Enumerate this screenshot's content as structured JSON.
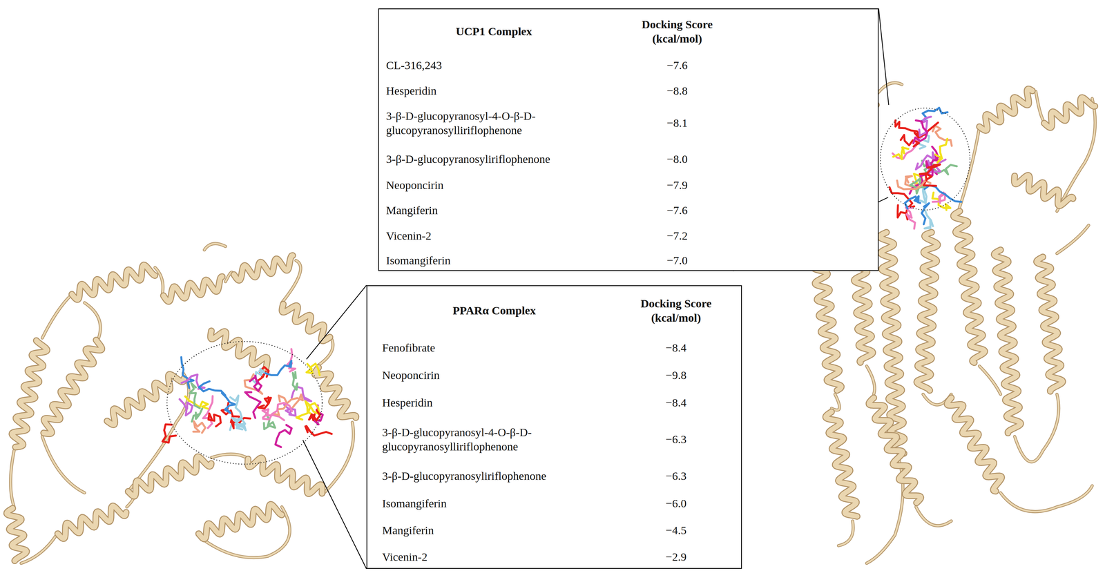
{
  "diagram": {
    "nodes": [
      {
        "text": [
          "UCP1 Complex",
          "Docking Score (kcal/mol)",
          "CL-316,243",
          "−7.6",
          "Hesperidin",
          "−8.8",
          "3-β-D-glucopyranosyl-4-O-β-D- glucopyranosylliriflophenone",
          "−8.1",
          "3-β-D-glucopyranosyliriflophenone",
          "−8.0",
          "Neoponcirin",
          "−7.9",
          "Mangiferin",
          "−7.6",
          "Vicenin-2",
          "−7.2",
          "Isomangiferin",
          "−7.0"
        ]
      },
      {
        "text": [
          "PPARα Complex",
          "Docking Score (kcal/mol)",
          "Fenofibrate",
          "−8.4",
          "Neoponcirin",
          "−9.8",
          "Hesperidin",
          "−8.4",
          "3-β-D-glucopyranosyl-4-O-β-D- glucopyranosylliriflophenone",
          "−6.3",
          "3-β-D-glucopyranosyliriflophenone",
          "−6.3",
          "Isomangiferin",
          "−6.0",
          "Mangiferin",
          "−4.5",
          "Vicenin-2",
          "−2.9"
        ]
      }
    ]
  }
}
